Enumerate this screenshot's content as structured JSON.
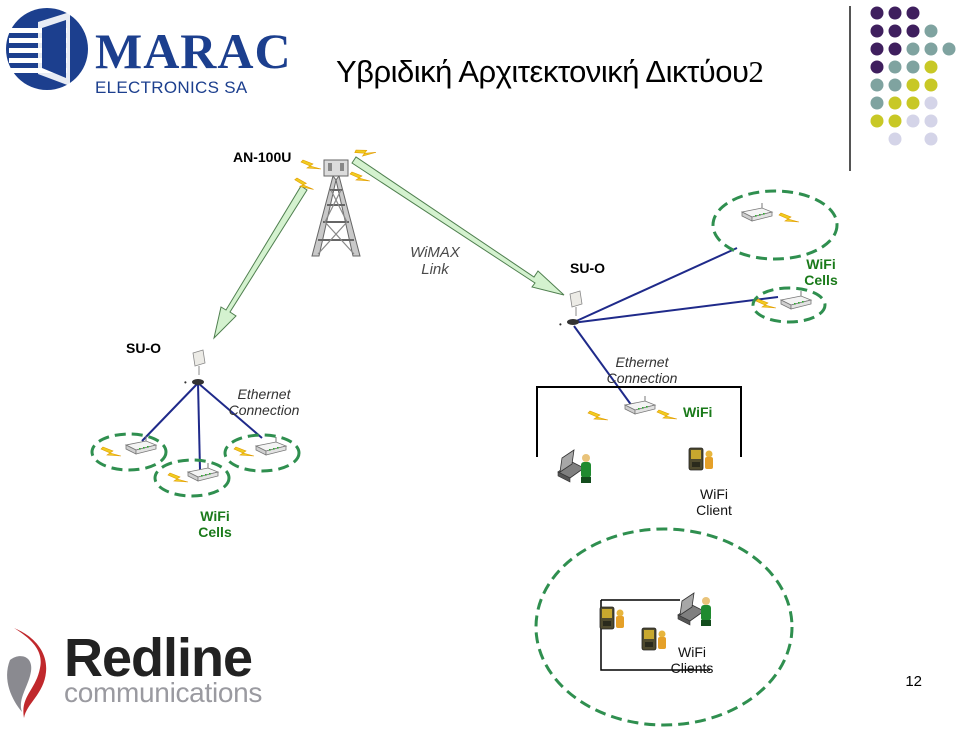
{
  "header": {
    "title_text": "Υβριδική Αρχιτεκτονική Δικτύου",
    "title_number": "2",
    "marac_logo_name": "MARAC",
    "marac_logo_sub": "ELECTRONICS SA"
  },
  "diagram": {
    "base_station_label": "AN-100U",
    "wimax_link_label": "WiMAX\nLink",
    "su_o_right_label": "SU-O",
    "su_o_left_label": "SU-O",
    "wifi_cells_right_label": "WiFi\nCells",
    "wifi_cells_left_label": "WiFi\nCells",
    "ethernet_left_label": "Ethernet\nConnection",
    "ethernet_right_label": "Ethernet\nConnection",
    "wifi_label": "WiFi",
    "wifi_client_label": "WiFi\nClient",
    "wifi_clients_label": "WiFi\nClients"
  },
  "footer": {
    "redline_logo_name": "Redline",
    "redline_logo_sub": "communications",
    "page_number": "12"
  },
  "colors": {
    "dot_purple": "#3f1f5e",
    "dot_teal": "#7fa3a0",
    "dot_yellow": "#c8c826",
    "dot_lavender": "#d4d4e8",
    "cell_green": "#2f8f4f",
    "link_blue": "#1f2a8a",
    "marac_blue": "#1c3f8e",
    "redline_red": "#c0282c"
  }
}
